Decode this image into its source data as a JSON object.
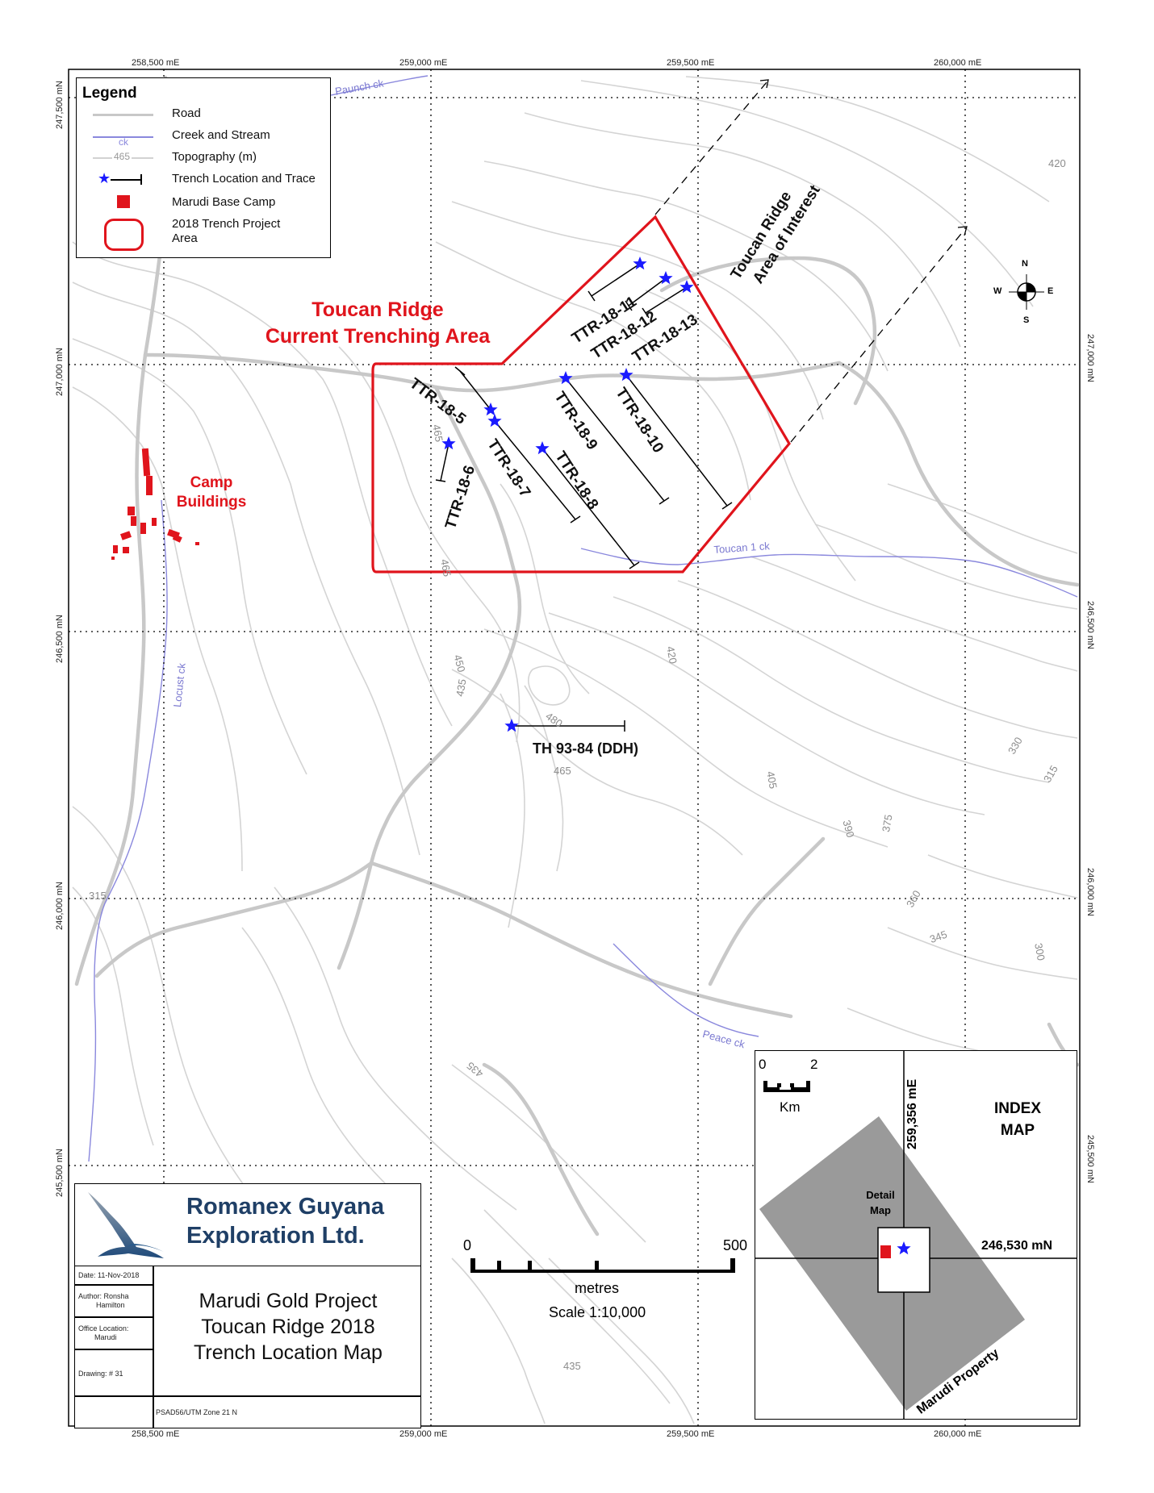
{
  "coords": {
    "east_top": [
      "258,500 mE",
      "259,000 mE",
      "259,500 mE",
      "260,000 mE"
    ],
    "east_bottom": [
      "258,500 mE",
      "259,000 mE",
      "259,500 mE",
      "260,000 mE"
    ],
    "north_left": [
      "247,500 mN",
      "247,000 mN",
      "246,500 mN",
      "246,000 mN",
      "245,500 mN"
    ],
    "north_right": [
      "247,000 mN",
      "246,500 mN",
      "246,000 mN",
      "245,500 mN"
    ]
  },
  "legend": {
    "title": "Legend",
    "road": "Road",
    "creek": "Creek and Stream",
    "creek_sym": "ck",
    "topo": "Topography (m)",
    "topo_sym": "465",
    "trench": "Trench Location and Trace",
    "camp": "Marudi Base Camp",
    "area": "2018 Trench Project Area"
  },
  "titles": {
    "current_area_line1": "Toucan Ridge",
    "current_area_line2": "Current Trenching Area",
    "aoi_line1": "Toucan Ridge",
    "aoi_line2": "Area of Interest",
    "camp_line1": "Camp",
    "camp_line2": "Buildings"
  },
  "trenches": [
    "TTR-18-5",
    "TTR-18-6",
    "TTR-18-7",
    "TTR-18-8",
    "TTR-18-9",
    "TTR-18-10",
    "TTR-18-11",
    "TTR-18-12",
    "TTR-18-13"
  ],
  "drillhole": "TH 93-84 (DDH)",
  "creeks": [
    "Paunch ck",
    "Toucan 1 ck",
    "Locust ck",
    "Peace ck"
  ],
  "topo_labels": [
    "420",
    "465",
    "465",
    "465",
    "420",
    "450",
    "435",
    "480",
    "465",
    "405",
    "390",
    "375",
    "360",
    "345",
    "330",
    "315",
    "300",
    "315",
    "435",
    "435",
    "465"
  ],
  "compass": {
    "n": "N",
    "s": "S",
    "e": "E",
    "w": "W"
  },
  "company": {
    "line1": "Romanex Guyana",
    "line2": "Exploration Ltd."
  },
  "info": {
    "date": "Date: 11-Nov-2018",
    "author_line1": "Author: Ronsha",
    "author_line2": "Hamilton",
    "office_line1": "Office Location:",
    "office_line2": "Marudi",
    "drawing": "Drawing: # 31",
    "datum": "PSAD56/UTM Zone 21 N",
    "title_line1": "Marudi Gold Project",
    "title_line2": "Toucan Ridge 2018",
    "title_line3": "Trench Location Map"
  },
  "scale": {
    "zero": "0",
    "end": "500",
    "unit": "metres",
    "ratio": "Scale 1:10,000"
  },
  "index_map": {
    "title_line1": "INDEX",
    "title_line2": "MAP",
    "km_zero": "0",
    "km_two": "2",
    "km_unit": "Km",
    "easting": "259,356 mE",
    "northing": "246,530 mN",
    "detail_line1": "Detail",
    "detail_line2": "Map",
    "property": "Marudi Property"
  },
  "colors": {
    "red": "#e0141c",
    "blue_star": "#1a1aff",
    "creek": "#8a88dd",
    "road": "#c8c8c8",
    "topo": "#d2d2d2",
    "grey_property": "#9a9a9a"
  }
}
